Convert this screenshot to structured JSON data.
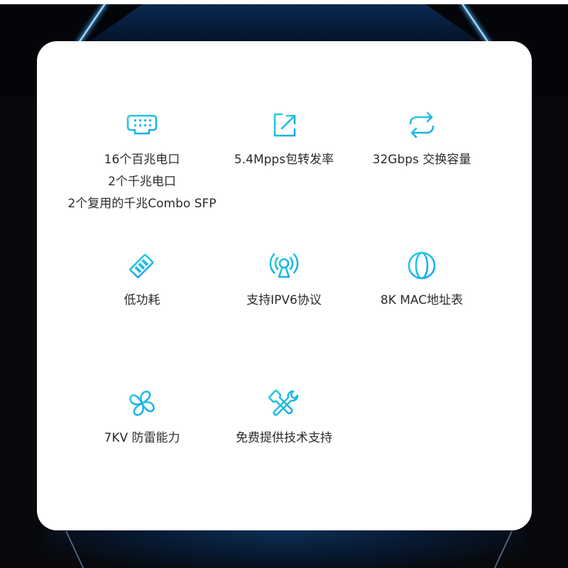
{
  "accent_color": "#1ab8e8",
  "accent_color_light": "#27cfe0",
  "features": [
    {
      "icon": "ethernet-port-icon",
      "lines": [
        "16个百兆电口",
        "2个千兆电口",
        "2个复用的千兆Combo SFP"
      ]
    },
    {
      "icon": "export-arrow-icon",
      "lines": [
        "5.4Mpps包转发率"
      ]
    },
    {
      "icon": "swap-arrows-icon",
      "lines": [
        "32Gbps 交换容量"
      ]
    },
    {
      "icon": "battery-icon",
      "lines": [
        "低功耗"
      ]
    },
    {
      "icon": "antenna-signal-icon",
      "lines": [
        "支持IPV6协议"
      ]
    },
    {
      "icon": "globe-icon",
      "lines": [
        "8K MAC地址表"
      ]
    },
    {
      "icon": "fan-icon",
      "lines": [
        "7KV 防雷能力"
      ]
    },
    {
      "icon": "tools-icon",
      "lines": [
        "免费提供技术支持"
      ]
    }
  ]
}
